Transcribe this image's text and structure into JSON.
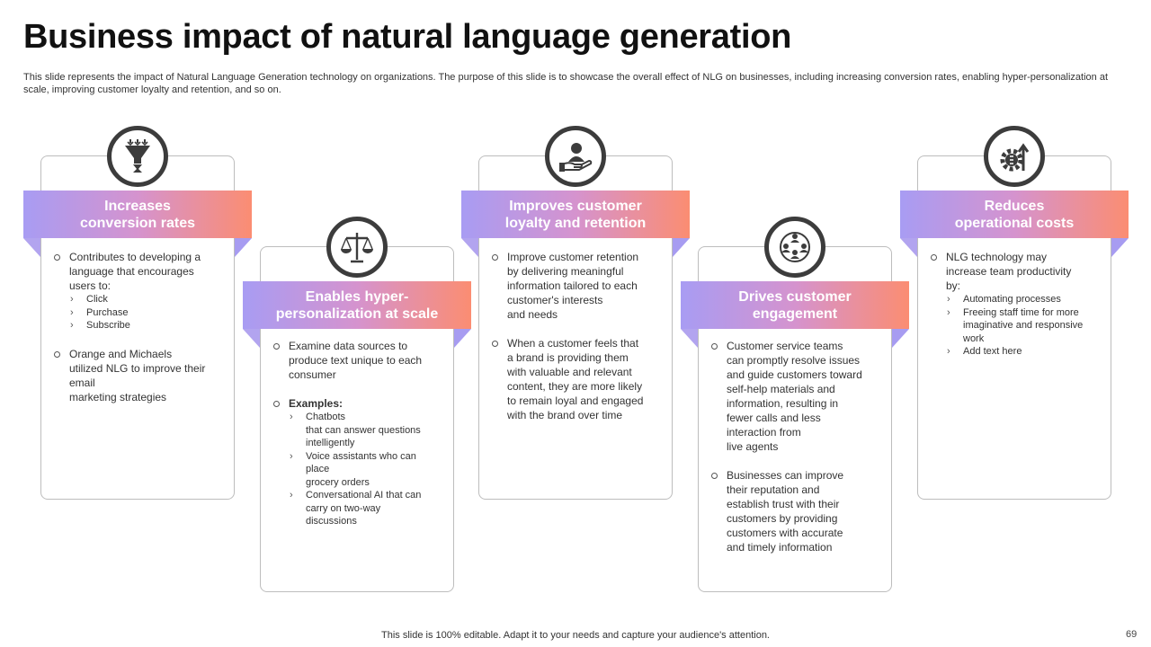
{
  "slide": {
    "title": "Business impact of natural language generation",
    "description": "This slide represents the impact of Natural Language Generation technology on organizations. The purpose of this slide is to showcase the overall effect of NLG on businesses, including increasing conversion rates, enabling hyper-personalization at scale, improving customer loyalty and retention, and so on.",
    "footer": "This slide is 100% editable. Adapt it to your needs and capture your audience's attention.",
    "page_number": "69"
  },
  "colors": {
    "banner_start": "#a89cf3",
    "banner_end": "#fb8d72",
    "icon_ring": "#3c3c3c",
    "card_border": "#bdbdbd"
  },
  "cards": [
    {
      "icon": "funnel-hourglass-icon",
      "title": "Increases\nconversion rates",
      "bullets": [
        {
          "text": "Contributes to developing a\nlanguage that encourages\nusers to:",
          "subs": [
            "Click",
            "Purchase",
            "Subscribe"
          ]
        },
        {
          "text": "Orange and Michaels\nutilized NLG to improve their\nemail\nmarketing strategies"
        }
      ]
    },
    {
      "icon": "balance-scale-icon",
      "title": "Enables hyper-\npersonalization at scale",
      "bullets": [
        {
          "text": "Examine data sources to\nproduce text unique to each\nconsumer"
        },
        {
          "text": "Examples:",
          "subs": [
            "Chatbots\nthat can answer questions\nintelligently",
            "Voice assistants who can\nplace\ngrocery orders",
            "Conversational AI that can\ncarry on two-way\ndiscussions"
          ]
        }
      ]
    },
    {
      "icon": "hand-user-icon",
      "title": "Improves customer\nloyalty and retention",
      "bullets": [
        {
          "text": "Improve customer retention\nby delivering meaningful\ninformation tailored to each\ncustomer's interests\nand needs"
        },
        {
          "text": "When a customer feels that\na brand is providing them\nwith valuable and relevant\ncontent, they are more likely\nto remain loyal and engaged\nwith the brand over time"
        }
      ]
    },
    {
      "icon": "people-network-icon",
      "title": "Drives customer\nengagement",
      "bullets": [
        {
          "text": "Customer service teams\ncan promptly resolve issues\nand guide customers toward\nself-help materials and\ninformation, resulting in\nfewer calls and less\ninteraction from\nlive agents"
        },
        {
          "text": "Businesses can improve\ntheir reputation and\nestablish trust with their\ncustomers by providing\ncustomers with accurate\nand timely information"
        }
      ]
    },
    {
      "icon": "gear-money-growth-icon",
      "title": "Reduces\noperational costs",
      "bullets": [
        {
          "text": "NLG technology may\nincrease team productivity\nby:",
          "subs": [
            "Automating processes",
            "Freeing staff time for more\nimaginative and responsive\nwork",
            "Add text here"
          ]
        }
      ]
    }
  ]
}
